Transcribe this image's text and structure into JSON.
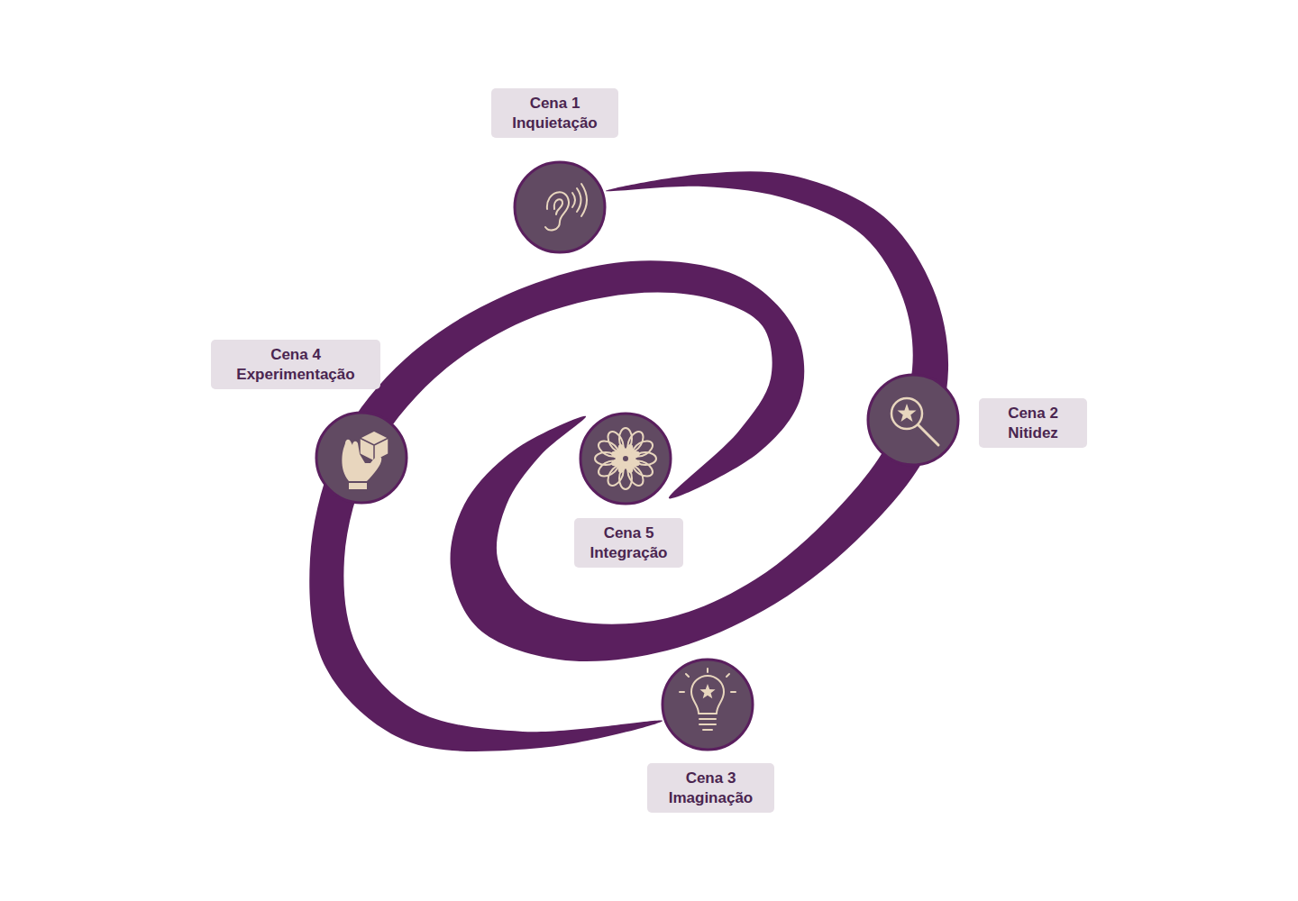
{
  "diagram": {
    "nodes": [
      {
        "text": [
          "Cena 1",
          "Inquietação"
        ]
      },
      {
        "text": [
          "Cena 2",
          "Nitidez"
        ]
      },
      {
        "text": [
          "Cena 3",
          "Imaginação"
        ]
      },
      {
        "text": [
          "Cena 4",
          "Experimentação"
        ]
      },
      {
        "text": [
          "Cena 5",
          "Integração"
        ]
      }
    ]
  }
}
